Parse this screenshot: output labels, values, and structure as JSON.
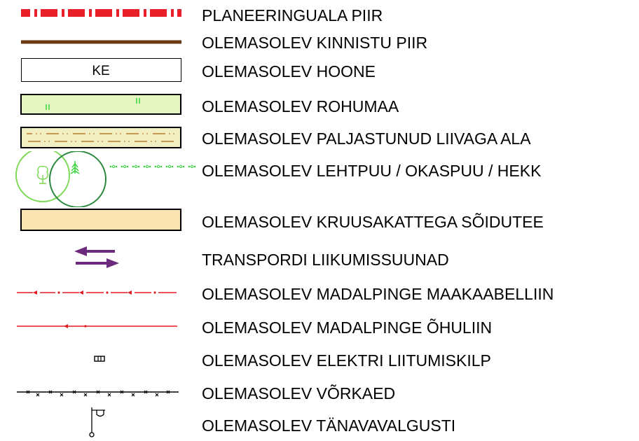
{
  "legend": {
    "items": [
      {
        "label": "PLANEERINGUALA PIIR",
        "symbol_icon": "dashed-red-boundary-icon"
      },
      {
        "label": "OLEMASOLEV KINNISTU PIIR",
        "symbol_icon": "brown-line-icon"
      },
      {
        "label": "OLEMASOLEV HOONE",
        "symbol_icon": "building-outline-icon",
        "symbol_text": "KE"
      },
      {
        "label": "OLEMASOLEV ROHUMAA",
        "symbol_icon": "grassland-fill-icon"
      },
      {
        "label": "OLEMASOLEV PALJASTUNUD LIIVAGA ALA",
        "symbol_icon": "sand-area-fill-icon"
      },
      {
        "label": "OLEMASOLEV LEHTPUU / OKASPUU / HEKK",
        "symbol_icon": "tree-hedge-icon"
      },
      {
        "label": "OLEMASOLEV KRUUSAKATTEGA SÕIDUTEE",
        "symbol_icon": "gravel-road-fill-icon"
      },
      {
        "label": "TRANSPORDI LIIKUMISSUUNAD",
        "symbol_icon": "traffic-direction-arrows-icon"
      },
      {
        "label": "OLEMASOLEV MADALPINGE MAAKAABELLIIN",
        "symbol_icon": "underground-cable-line-icon"
      },
      {
        "label": "OLEMASOLEV MADALPINGE ÕHULIIN",
        "symbol_icon": "overhead-line-icon"
      },
      {
        "label": "OLEMASOLEV ELEKTRI LIITUMISKILP",
        "symbol_icon": "connection-cabinet-icon"
      },
      {
        "label": "OLEMASOLEV VÕRKAED",
        "symbol_icon": "mesh-fence-icon"
      },
      {
        "label": "OLEMASOLEV TÄNAVAVALGUSTI",
        "symbol_icon": "street-light-icon"
      }
    ]
  },
  "colors": {
    "boundary_red": "#e8202a",
    "property_brown": "#6b3a12",
    "grass_fill": "#e4f5c2",
    "grass_mark": "#39d43c",
    "sand_fill": "#f2f0c3",
    "sand_dash": "#b67a2f",
    "road_fill": "#fde4b3",
    "tree_green": "#7ed957",
    "conifer_green": "#2b8a3e",
    "arrow_purple": "#6b2a7b",
    "cable_red": "#e01b22"
  }
}
